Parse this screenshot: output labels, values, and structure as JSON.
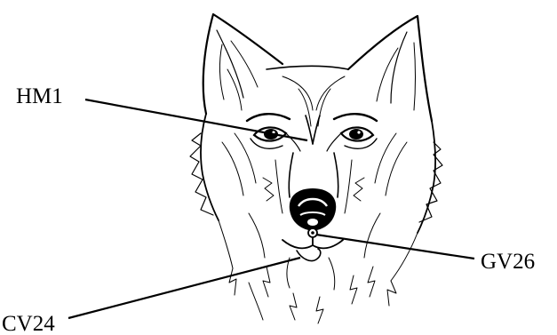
{
  "diagram": {
    "labels": {
      "hm1": "HM1",
      "gv26": "GV26",
      "cv24": "CV24"
    },
    "subject_icon": "dog-head-line-drawing",
    "line_color": "#000000",
    "background": "#ffffff"
  }
}
